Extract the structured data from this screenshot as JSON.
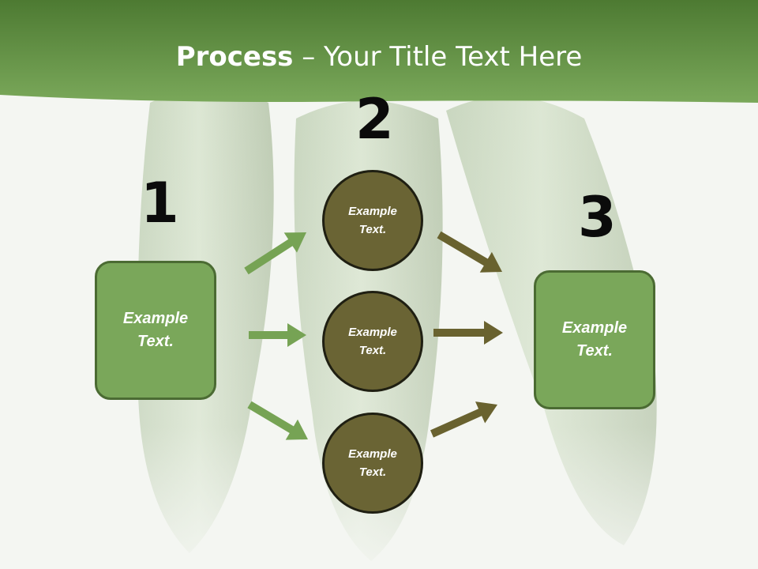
{
  "slide": {
    "title_bold": "Process",
    "title_rest": " – Your Title Text Here"
  },
  "steps": [
    {
      "number": "1"
    },
    {
      "number": "2"
    },
    {
      "number": "3"
    }
  ],
  "boxes": [
    {
      "text": "Example\nText."
    },
    {
      "text": "Example\nText."
    }
  ],
  "circles": [
    {
      "text": "Example\nText."
    },
    {
      "text": "Example\nText."
    },
    {
      "text": "Example\nText."
    }
  ],
  "colors": {
    "header_green": "#5c8a3f",
    "box_fill": "#7aa75a",
    "circle_fill": "#6a6434",
    "arrow_light": "#76a354",
    "arrow_dark": "#69622f"
  }
}
